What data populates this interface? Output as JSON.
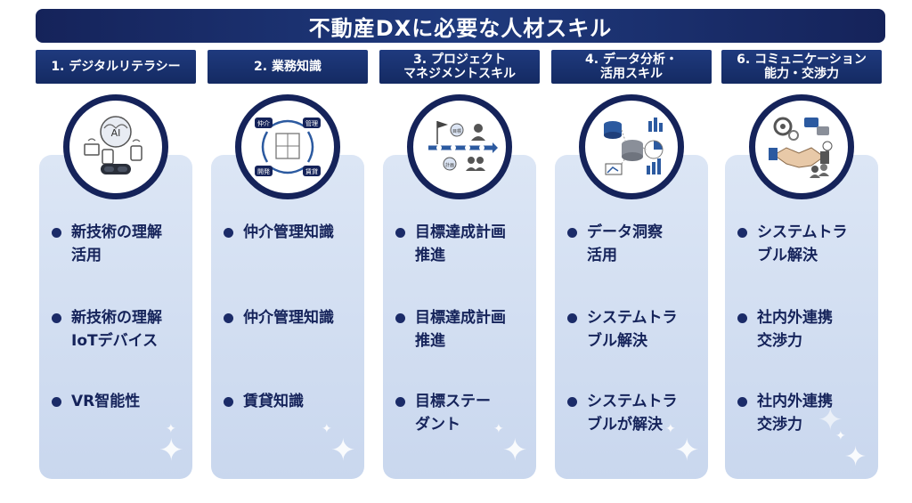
{
  "title": "不動産DXに必要な人材スキル",
  "colors": {
    "navy": "#15235a",
    "card": "#d3dff2"
  },
  "columns": [
    {
      "header": "1. デジタルリテラシー",
      "icon": "ai-brain-devices-icon",
      "icon_text": "AI",
      "items": [
        "新技術の理解\n活用",
        "新技術の理解\nIoTデバイス",
        "VR智能性"
      ]
    },
    {
      "header": "2. 業務知識",
      "icon": "business-cycle-icon",
      "icon_labels": [
        "仲介",
        "管理",
        "開発",
        "賃貸"
      ],
      "items": [
        "仲介管理知識",
        "仲介管理知識",
        "賃貸知識"
      ]
    },
    {
      "header": "3. プロジェクト\nマネジメントスキル",
      "icon": "project-timeline-icon",
      "icon_labels": [
        "目標",
        "計画"
      ],
      "items": [
        "目標達成計画\n推進",
        "目標達成計画\n推進",
        "目標ステー\nダント"
      ]
    },
    {
      "header": "4. データ分析・\n活用スキル",
      "icon": "data-analysis-icon",
      "items": [
        "データ洞察\n活用",
        "システムトラ\nブル解決",
        "システムトラ\nブルが解決"
      ]
    },
    {
      "header": "6. コミュニケーション\n能力・交渉力",
      "icon": "handshake-communication-icon",
      "items": [
        "システムトラ\nブル解決",
        "社内外連携\n交渉力",
        "社内外連携\n交渉力"
      ]
    }
  ]
}
